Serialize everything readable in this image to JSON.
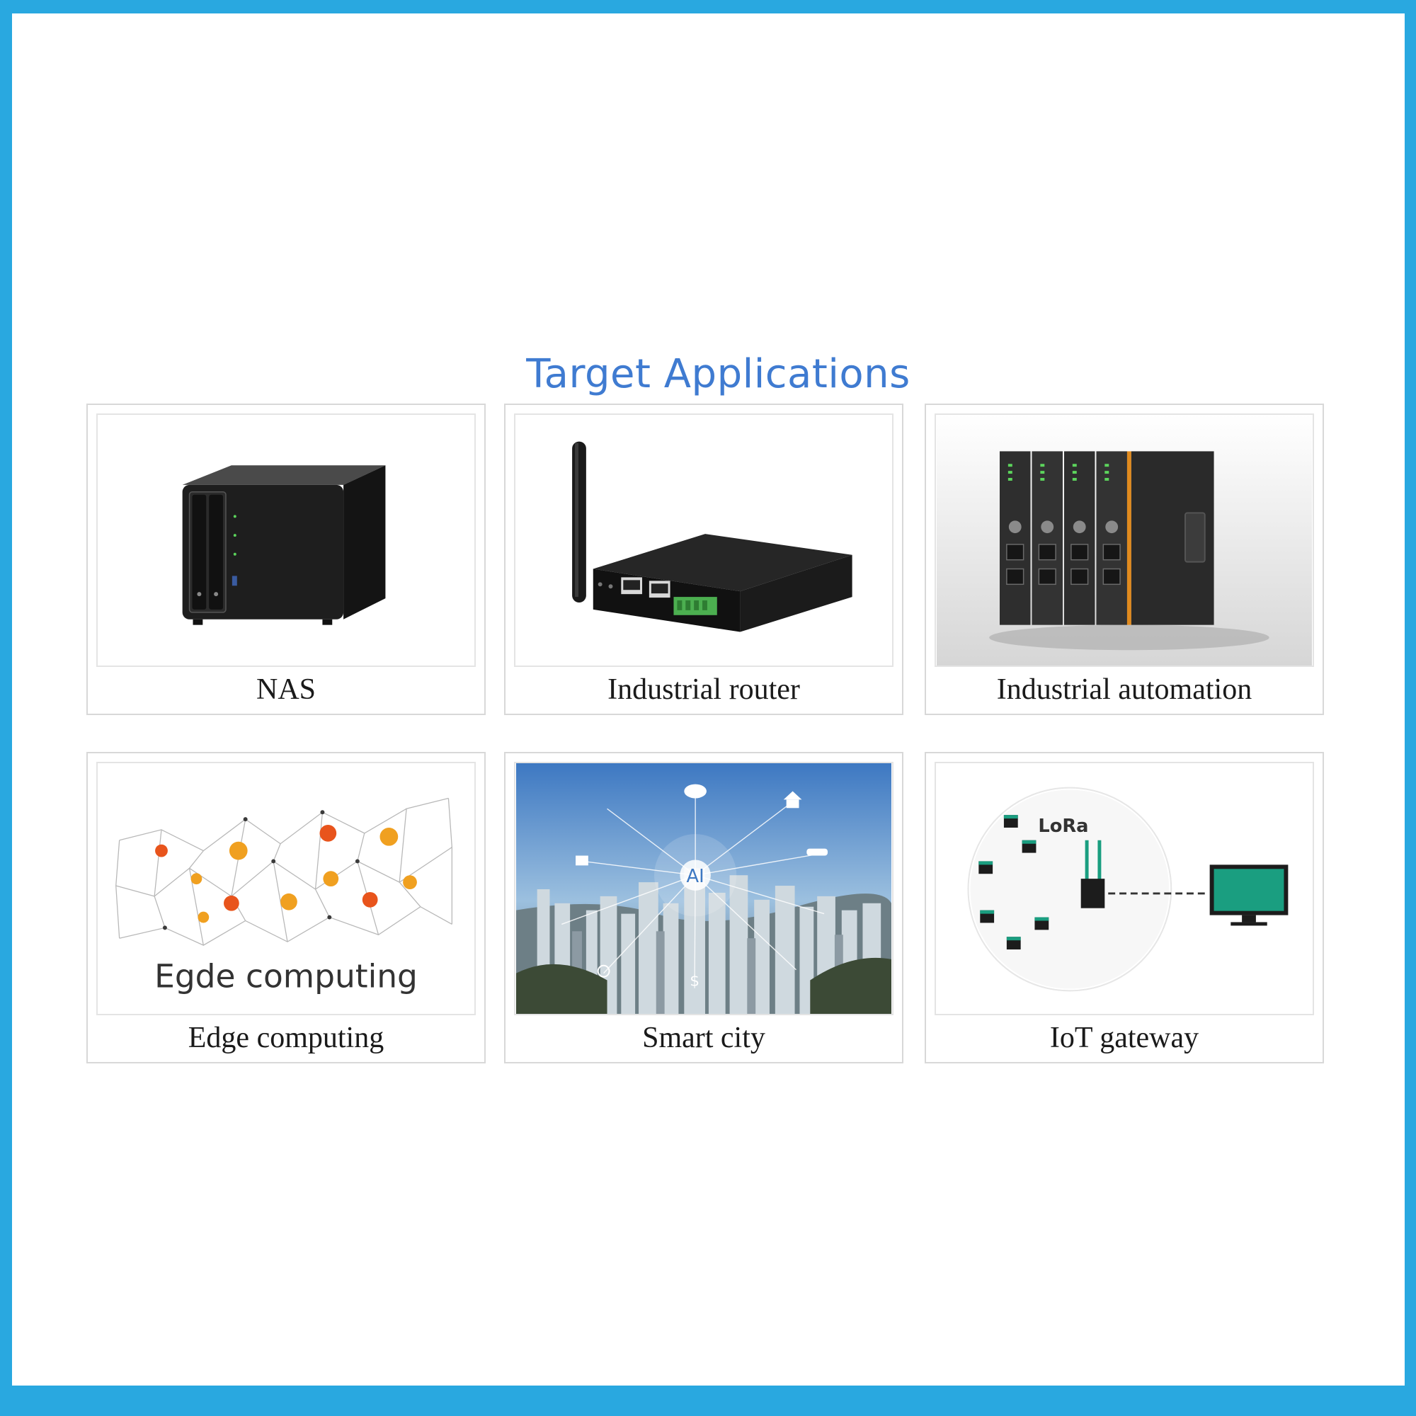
{
  "title": "Target Applications",
  "cards": [
    {
      "caption": "NAS",
      "icon": "nas-device-icon"
    },
    {
      "caption": "Industrial router",
      "icon": "router-icon"
    },
    {
      "caption": "Industrial automation",
      "icon": "plc-module-icon"
    },
    {
      "caption": "Edge computing",
      "icon": "network-mesh-icon",
      "image_text": "Egde computing"
    },
    {
      "caption": "Smart city",
      "icon": "smart-city-icon",
      "image_text": "AI"
    },
    {
      "caption": "IoT gateway",
      "icon": "lora-gateway-icon",
      "image_text": "LoRa"
    }
  ],
  "colors": {
    "frame": "#29a8e0",
    "title": "#3f7bd1",
    "caption": "#1a1a1a"
  }
}
